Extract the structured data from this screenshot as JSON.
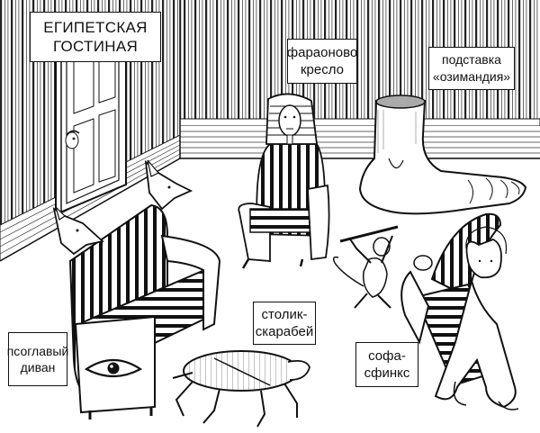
{
  "title": {
    "line1": "ЕГИПЕТСКАЯ",
    "line2": "ГОСТИНАЯ"
  },
  "labels": {
    "pharaoh_chair": {
      "line1": "фараоново",
      "line2": "кресло"
    },
    "ozymandias_stand": {
      "line1": "подставка",
      "line2": "«озимандия»"
    },
    "scarab_table": {
      "line1": "столик-",
      "line2": "скарабей"
    },
    "sphinx_sofa": {
      "line1": "софа-",
      "line2": "сфинкс"
    },
    "dog_headed_couch": {
      "line1": "псоглавый",
      "line2": "диван"
    }
  },
  "colors": {
    "ink": "#111111",
    "paper": "#ffffff",
    "shade": "#8a8a8a"
  }
}
